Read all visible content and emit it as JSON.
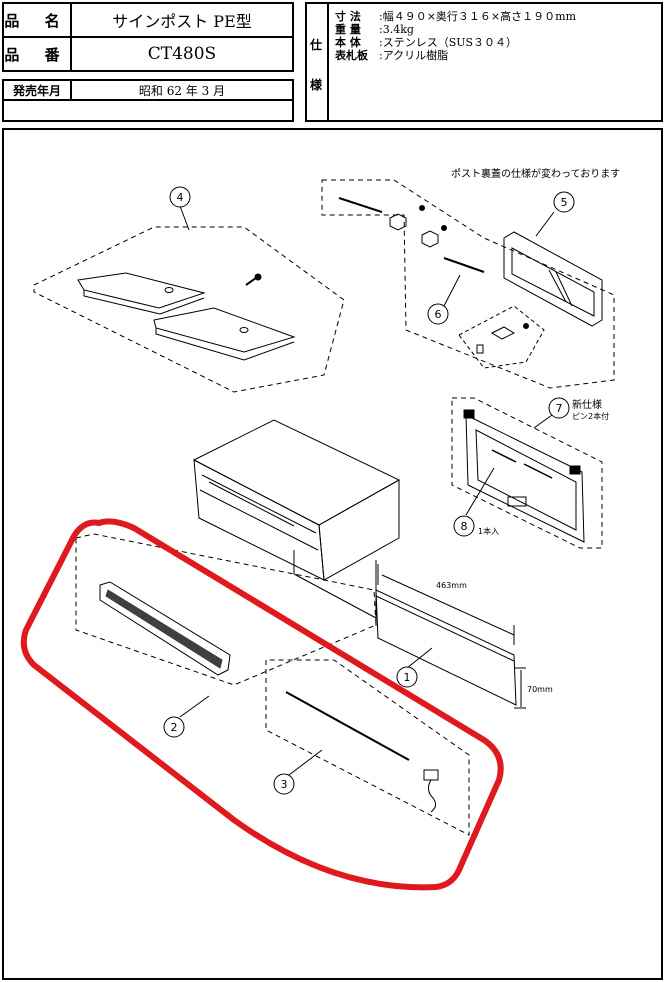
{
  "header": {
    "name_label": "品 名",
    "name_value": "サインポスト PE型",
    "code_label": "品 番",
    "code_value": "CT480S",
    "date_label": "発売年月",
    "date_value": "昭和 62 年  3 月"
  },
  "spec": {
    "label_top": "仕",
    "label_bottom": "様",
    "rows": [
      {
        "key": "寸 法",
        "value": "幅４９０×奥行３１６×高さ１９０mm"
      },
      {
        "key": "重 量",
        "value": "3.4kg"
      },
      {
        "key": "本 体",
        "value": "ステンレス（SUS３０４）"
      },
      {
        "key": "表札板",
        "value": "アクリル樹脂"
      }
    ]
  },
  "diagram": {
    "note_back_cover": "ポスト裏蓋の仕様が変わっております",
    "note_new_spec": "新仕様",
    "note_pins": "ピン2本付",
    "note_one_pin": "1本入",
    "dim_width": "463mm",
    "dim_height": "70mm",
    "callouts": [
      "1",
      "2",
      "3",
      "4",
      "5",
      "6",
      "7",
      "8"
    ]
  },
  "colors": {
    "highlight": "#e0191e",
    "line": "#000000"
  }
}
